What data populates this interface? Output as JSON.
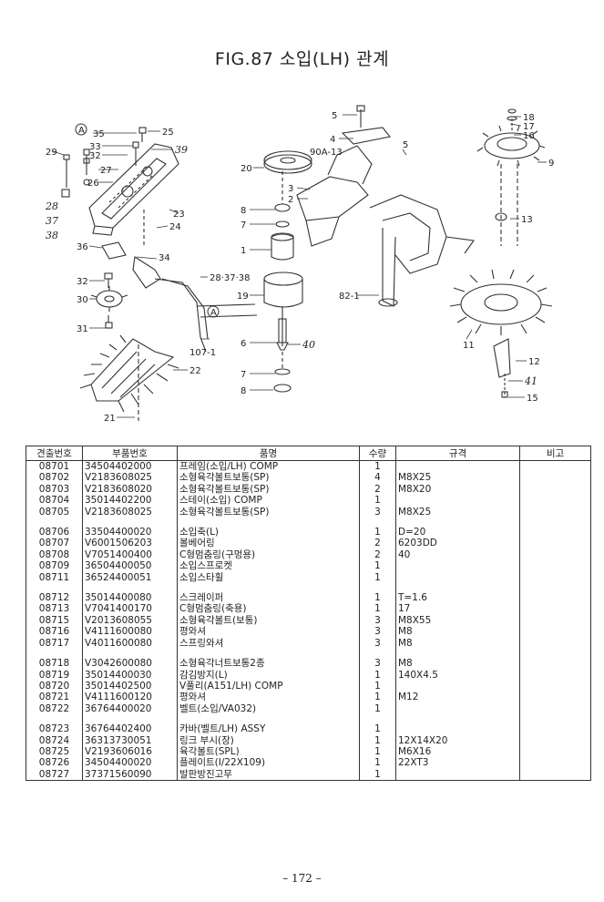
{
  "title": "FIG.87 소입(LH) 관계",
  "headers": {
    "code": "견출번호",
    "part_no": "부품번호",
    "name": "품명",
    "qty": "수량",
    "spec": "규격",
    "remark": "비고"
  },
  "groups": [
    [
      {
        "code": "08701",
        "part": "34504402000",
        "name": "프레임(소입/LH) COMP",
        "qty": "1",
        "spec": ""
      },
      {
        "code": "08702",
        "part": "V2183608025",
        "name": "소형육각볼트보통(SP)",
        "qty": "4",
        "spec": "M8X25"
      },
      {
        "code": "08703",
        "part": "V2183608020",
        "name": "소형육각볼트보통(SP)",
        "qty": "2",
        "spec": "M8X20"
      },
      {
        "code": "08704",
        "part": "35014402200",
        "name": "스테이(소입) COMP",
        "qty": "1",
        "spec": ""
      },
      {
        "code": "08705",
        "part": "V2183608025",
        "name": "소형육각볼트보통(SP)",
        "qty": "3",
        "spec": "M8X25"
      }
    ],
    [
      {
        "code": "08706",
        "part": "33504400020",
        "name": "소입축(L)",
        "qty": "1",
        "spec": "D=20"
      },
      {
        "code": "08707",
        "part": "V6001506203",
        "name": "볼베어링",
        "qty": "2",
        "spec": "6203DD"
      },
      {
        "code": "08708",
        "part": "V7051400400",
        "name": "C형멈춤링(구멍용)",
        "qty": "2",
        "spec": "40"
      },
      {
        "code": "08709",
        "part": "36504400050",
        "name": "소입스프로켓",
        "qty": "1",
        "spec": ""
      },
      {
        "code": "08711",
        "part": "36524400051",
        "name": "소입스타휠",
        "qty": "1",
        "spec": ""
      }
    ],
    [
      {
        "code": "08712",
        "part": "35014400080",
        "name": "스크레이퍼",
        "qty": "1",
        "spec": "T=1.6"
      },
      {
        "code": "08713",
        "part": "V7041400170",
        "name": "C형멈춤링(축용)",
        "qty": "1",
        "spec": "17"
      },
      {
        "code": "08715",
        "part": "V2013608055",
        "name": "소형육각볼트(보통)",
        "qty": "3",
        "spec": "M8X55"
      },
      {
        "code": "08716",
        "part": "V4111600080",
        "name": "평와셔",
        "qty": "3",
        "spec": "M8"
      },
      {
        "code": "08717",
        "part": "V4011600080",
        "name": "스프링와셔",
        "qty": "3",
        "spec": "M8"
      }
    ],
    [
      {
        "code": "08718",
        "part": "V3042600080",
        "name": "소형육각너트보통2종",
        "qty": "3",
        "spec": "M8"
      },
      {
        "code": "08719",
        "part": "35014400030",
        "name": "감김방지(L)",
        "qty": "1",
        "spec": "140X4.5"
      },
      {
        "code": "08720",
        "part": "35014402500",
        "name": "V풀리(A151/LH) COMP",
        "qty": "1",
        "spec": ""
      },
      {
        "code": "08721",
        "part": "V4111600120",
        "name": "평와셔",
        "qty": "1",
        "spec": "M12"
      },
      {
        "code": "08722",
        "part": "36764400020",
        "name": "벨트(소입/VA032)",
        "qty": "1",
        "spec": ""
      }
    ],
    [
      {
        "code": "08723",
        "part": "36764402400",
        "name": "카바(벨트/LH) ASSY",
        "qty": "1",
        "spec": ""
      },
      {
        "code": "08724",
        "part": "36313730051",
        "name": "링크 부시(장)",
        "qty": "1",
        "spec": "12X14X20"
      },
      {
        "code": "08725",
        "part": "V2193606016",
        "name": "육각볼트(SPL)",
        "qty": "1",
        "spec": "M6X16"
      },
      {
        "code": "08726",
        "part": "34504400020",
        "name": "플레이트(I/22X109)",
        "qty": "1",
        "spec": "22XT3"
      },
      {
        "code": "08727",
        "part": "37371560090",
        "name": "발판방진고무",
        "qty": "1",
        "spec": ""
      }
    ]
  ],
  "diagram_labels": {
    "A1": "A",
    "A2": "A",
    "n35": "35",
    "n25": "25",
    "n33": "33",
    "n32a": "32",
    "n29": "29",
    "n27": "27",
    "n39": "39",
    "n26": "26",
    "n28": "28",
    "n37": "37",
    "n38": "38",
    "n23": "23",
    "n24": "24",
    "n36": "36",
    "n34": "34",
    "n32b": "32",
    "n30": "30",
    "n31": "31",
    "n22": "22",
    "n21": "21",
    "n1071": "107-1",
    "n283738": "28·37·38",
    "n5a": "5",
    "n4": "4",
    "n90a13": "90A-13",
    "n5b": "5",
    "n20": "20",
    "n3": "3",
    "n2": "2",
    "n8a": "8",
    "n7a": "7",
    "n1": "1",
    "n19": "19",
    "n6": "6",
    "n40": "40",
    "n7b": "7",
    "n8b": "8",
    "n821": "82-1",
    "n18": "18",
    "n17": "17",
    "n16": "16",
    "n9": "9",
    "n13": "13",
    "n11": "11",
    "n12": "12",
    "n41": "41",
    "n15": "15"
  },
  "page_number": "– 172 –"
}
